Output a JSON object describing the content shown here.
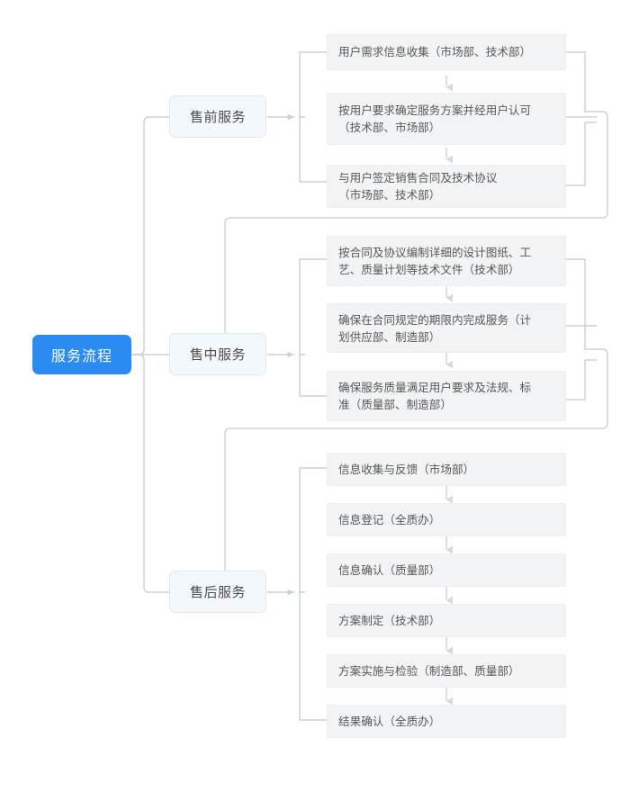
{
  "diagram": {
    "title": "服务流程",
    "type": "mindmap-flowchart",
    "accent_color": "#2a8bf2",
    "node_bg": "#f2f3f5",
    "connector_color": "#c9d2da",
    "root": {
      "label": "服务流程"
    },
    "branches": [
      {
        "id": "pre-sales",
        "label": "售前服务",
        "steps": [
          {
            "id": "pre-1",
            "label": "用户需求信息收集（市场部、技术部）"
          },
          {
            "id": "pre-2",
            "label": "按用户要求确定服务方案并经用户认可\n（技术部、市场部）"
          },
          {
            "id": "pre-3",
            "label": "与用户签定销售合同及技术协议\n（市场部、技术部）"
          }
        ]
      },
      {
        "id": "in-sales",
        "label": "售中服务",
        "steps": [
          {
            "id": "in-1",
            "label": "按合同及协议编制详细的设计图纸、工\n艺、质量计划等技术文件（技术部）"
          },
          {
            "id": "in-2",
            "label": "确保在合同规定的期限内完成服务（计\n划供应部、制造部）"
          },
          {
            "id": "in-3",
            "label": "确保服务质量满足用户要求及法规、标\n准（质量部、制造部）"
          }
        ]
      },
      {
        "id": "after-sales",
        "label": "售后服务",
        "steps": [
          {
            "id": "after-1",
            "label": "信息收集与反馈（市场部）"
          },
          {
            "id": "after-2",
            "label": "信息登记（全质办）"
          },
          {
            "id": "after-3",
            "label": "信息确认（质量部）"
          },
          {
            "id": "after-4",
            "label": "方案制定（技术部）"
          },
          {
            "id": "after-5",
            "label": "方案实施与检验（制造部、质量部）"
          },
          {
            "id": "after-6",
            "label": "结果确认（全质办）"
          }
        ]
      }
    ]
  }
}
